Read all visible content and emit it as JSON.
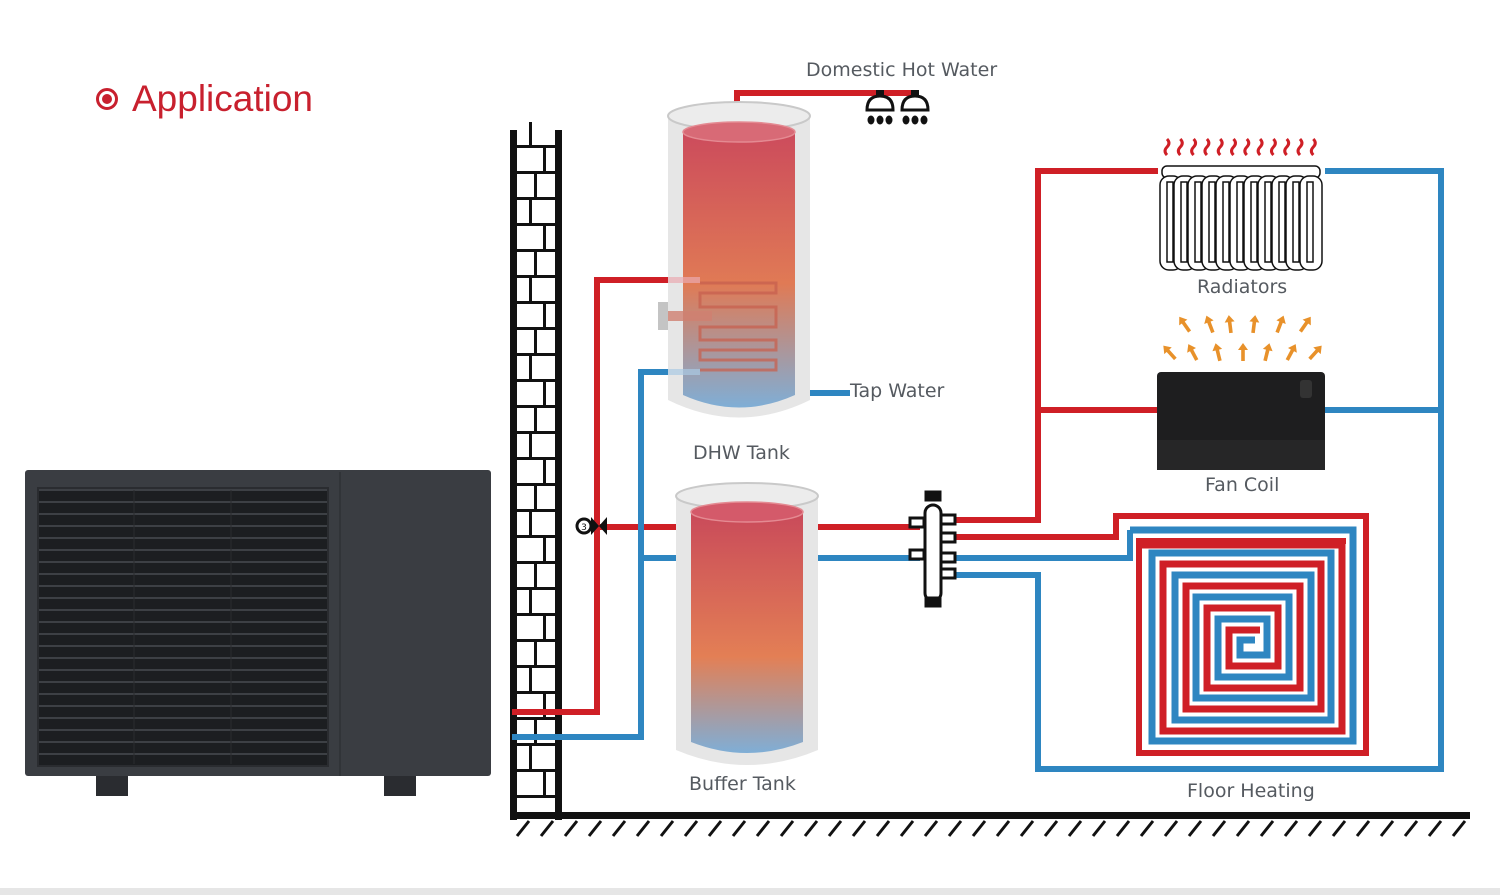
{
  "heading": {
    "icon": "target-bullet-icon",
    "title": "Application"
  },
  "colors": {
    "accent": "#c8202e",
    "hot_pipe": "#cf1f26",
    "cold_pipe": "#2e86c1",
    "label_text": "#555a60",
    "heat_arrow": "#e8912a",
    "unit_body": "#3a3d42"
  },
  "labels": {
    "domestic_hot_water": "Domestic Hot Water",
    "tap_water": "Tap Water",
    "dhw_tank": "DHW Tank",
    "buffer_tank": "Buffer Tank",
    "radiators": "Radiators",
    "fan_coil": "Fan Coil",
    "floor_heating": "Floor Heating"
  },
  "components": [
    {
      "name": "Heat Pump Outdoor Unit",
      "icon": "heat-pump-unit-icon"
    },
    {
      "name": "Wall",
      "icon": "brick-wall-icon"
    },
    {
      "name": "3-Way Valve",
      "icon": "three-way-valve-icon",
      "marking": "3"
    },
    {
      "name": "DHW Tank",
      "icon": "dhw-tank-icon"
    },
    {
      "name": "Buffer Tank",
      "icon": "buffer-tank-icon"
    },
    {
      "name": "Manifold",
      "icon": "manifold-icon"
    },
    {
      "name": "Shower Heads",
      "icon": "shower-head-icon",
      "count": 2
    },
    {
      "name": "Radiators",
      "icon": "radiator-icon",
      "fins": 11
    },
    {
      "name": "Fan Coil",
      "icon": "fan-coil-icon"
    },
    {
      "name": "Floor Heating",
      "icon": "floor-heating-spiral-icon"
    },
    {
      "name": "Ground",
      "icon": "ground-hatch-icon"
    }
  ]
}
